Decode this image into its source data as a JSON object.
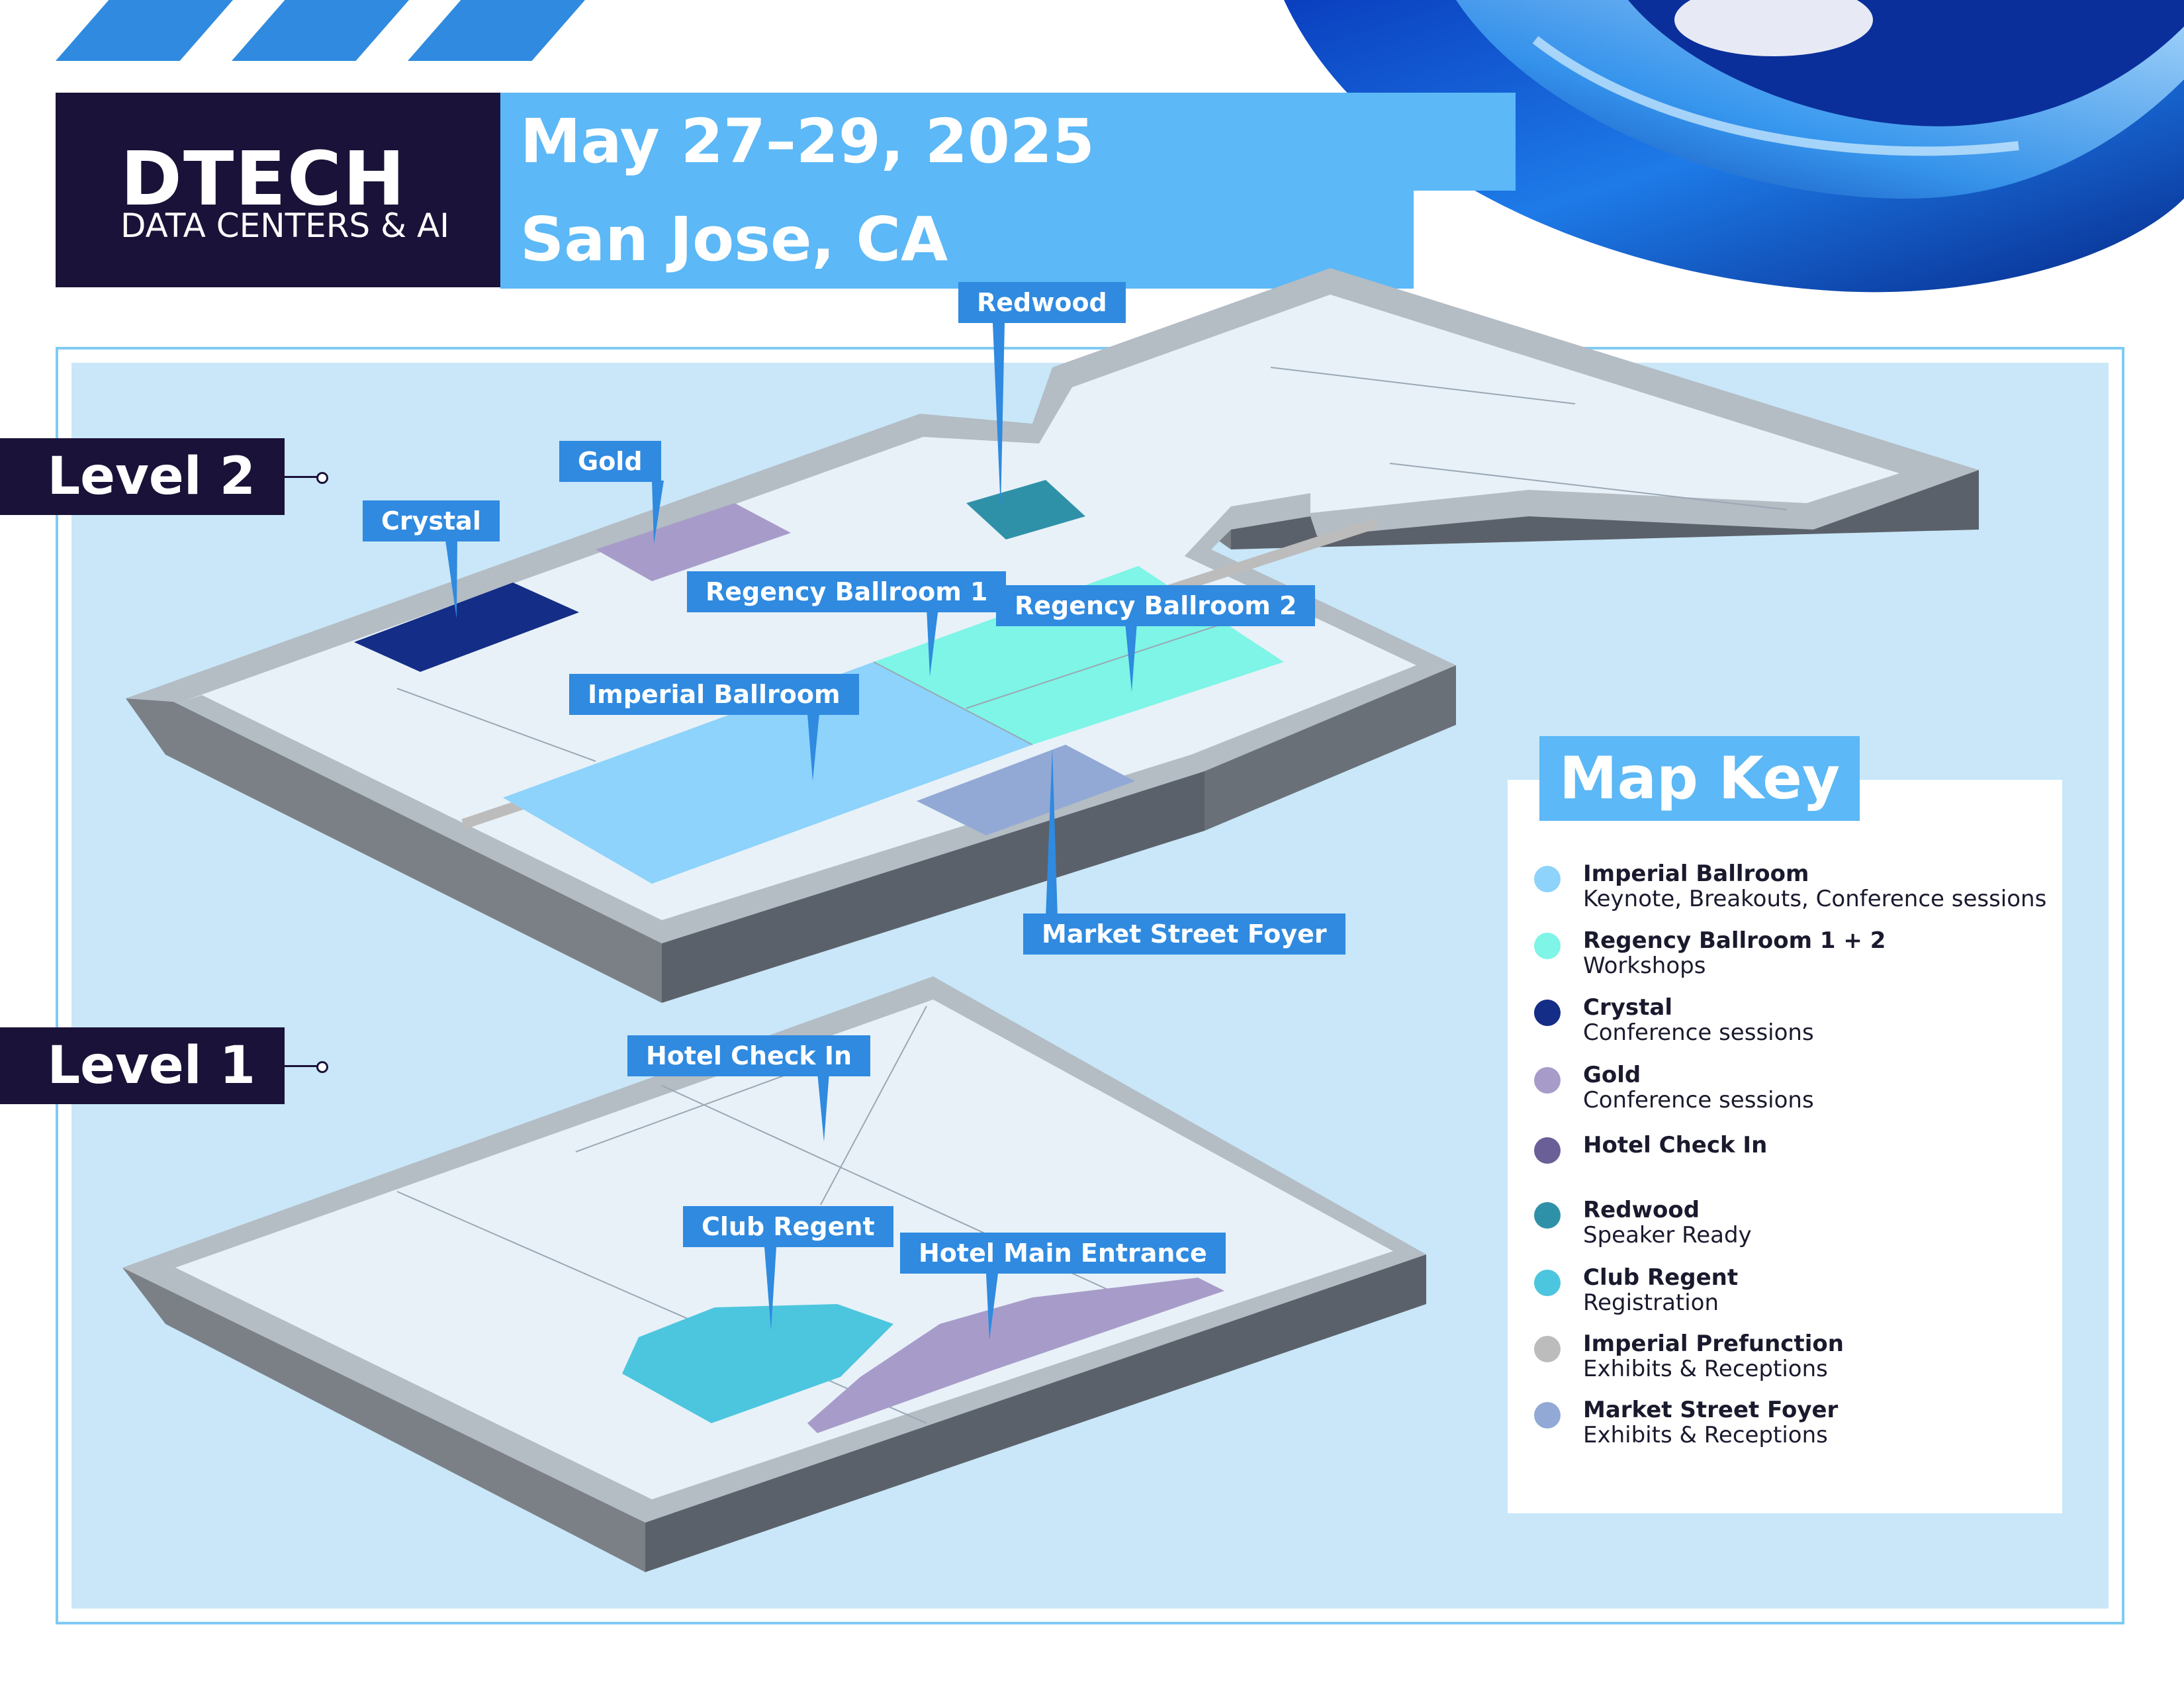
{
  "header": {
    "logo_text": "DTECH",
    "logo_sub": "DATA CENTERS & AI",
    "date": "May 27–29, 2025",
    "city": "San Jose, CA"
  },
  "levels": {
    "level2": "Level 2",
    "level1": "Level 1"
  },
  "callouts": {
    "redwood": "Redwood",
    "gold": "Gold",
    "crystal": "Crystal",
    "regency1": "Regency Ballroom 1",
    "regency2": "Regency Ballroom 2",
    "imperial": "Imperial Ballroom",
    "market": "Market Street Foyer",
    "checkin": "Hotel Check In",
    "club": "Club Regent",
    "entrance": "Hotel Main Entrance"
  },
  "map_key": {
    "title": "Map Key",
    "items": [
      {
        "name": "Imperial Ballroom",
        "desc": "Keynote, Breakouts, Conference sessions",
        "color": "#8dd3fb"
      },
      {
        "name": "Regency Ballroom 1 + 2",
        "desc": "Workshops",
        "color": "#7ef5e6"
      },
      {
        "name": "Crystal",
        "desc": "Conference sessions",
        "color": "#142d86"
      },
      {
        "name": "Gold",
        "desc": "Conference sessions",
        "color": "#a79cc9"
      },
      {
        "name": "Hotel Check In",
        "desc": "",
        "color": "#6b5f98"
      },
      {
        "name": "Redwood",
        "desc": "Speaker Ready",
        "color": "#2f91a8"
      },
      {
        "name": "Club Regent",
        "desc": "Registration",
        "color": "#4cc6de"
      },
      {
        "name": "Imperial Prefunction",
        "desc": "Exhibits & Receptions",
        "color": "#bcbcbc"
      },
      {
        "name": "Market Street Foyer",
        "desc": "Exhibits & Receptions",
        "color": "#92a9d6"
      }
    ]
  },
  "colors": {
    "brand_dark": "#1a1238",
    "accent_blue": "#2f8ae0",
    "light_blue": "#5cb8f6",
    "map_bg": "#c9e7f8"
  }
}
